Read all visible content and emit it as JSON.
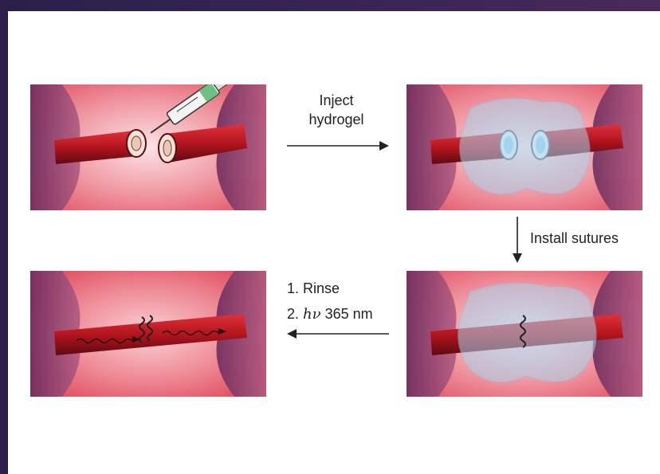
{
  "labels": {
    "inject_line1": "Inject",
    "inject_line2": "hydrogel",
    "install_sutures": "Install sutures",
    "step1": "1. Rinse",
    "step2_prefix": "2.",
    "step2_symbol": "hν",
    "step2_suffix": "365 nm"
  },
  "colors": {
    "tissue": "#e86a78",
    "tissue_glow": "#f7c6cc",
    "vessel": "#b81620",
    "vessel_dark": "#5e0a12",
    "lumen": "#9fd6ee",
    "hydrogel": "#a9d4ec",
    "side_tissue": "#7b3a6a",
    "arrow": "#222222"
  },
  "panels": [
    {
      "step": "severed-vessel-with-syringe"
    },
    {
      "step": "vessel-ends-in-hydrogel"
    },
    {
      "step": "sutured-vessel-in-hydrogel"
    },
    {
      "step": "repaired-vessel-with-flow"
    }
  ]
}
